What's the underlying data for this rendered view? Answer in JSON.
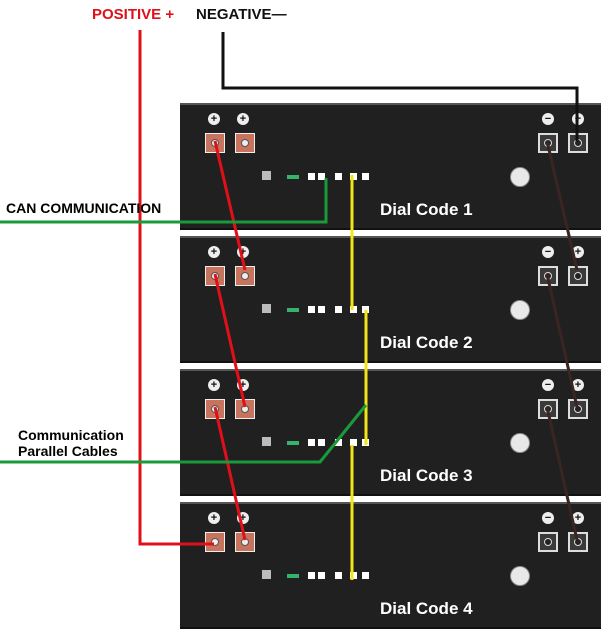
{
  "header": {
    "positive_label": "POSITIVE +",
    "negative_label": "NEGATIVE—",
    "positive_color": "#e0101a",
    "negative_color": "#111111"
  },
  "labels": {
    "can": "CAN COMMUNICATION",
    "comm_line1": "Communication",
    "comm_line2": "Parallel Cables"
  },
  "modules": [
    {
      "dial": "Dial Code 1"
    },
    {
      "dial": "Dial Code 2"
    },
    {
      "dial": "Dial Code 3"
    },
    {
      "dial": "Dial Code 4"
    }
  ],
  "wire_colors": {
    "positive": "#e0101a",
    "negative": "#1a1a1a",
    "series": "#3a2520",
    "comm": "#f2e41a",
    "can": "#1a9a3a"
  },
  "icons": [
    "plus-icon",
    "minus-icon",
    "power-button-icon"
  ]
}
